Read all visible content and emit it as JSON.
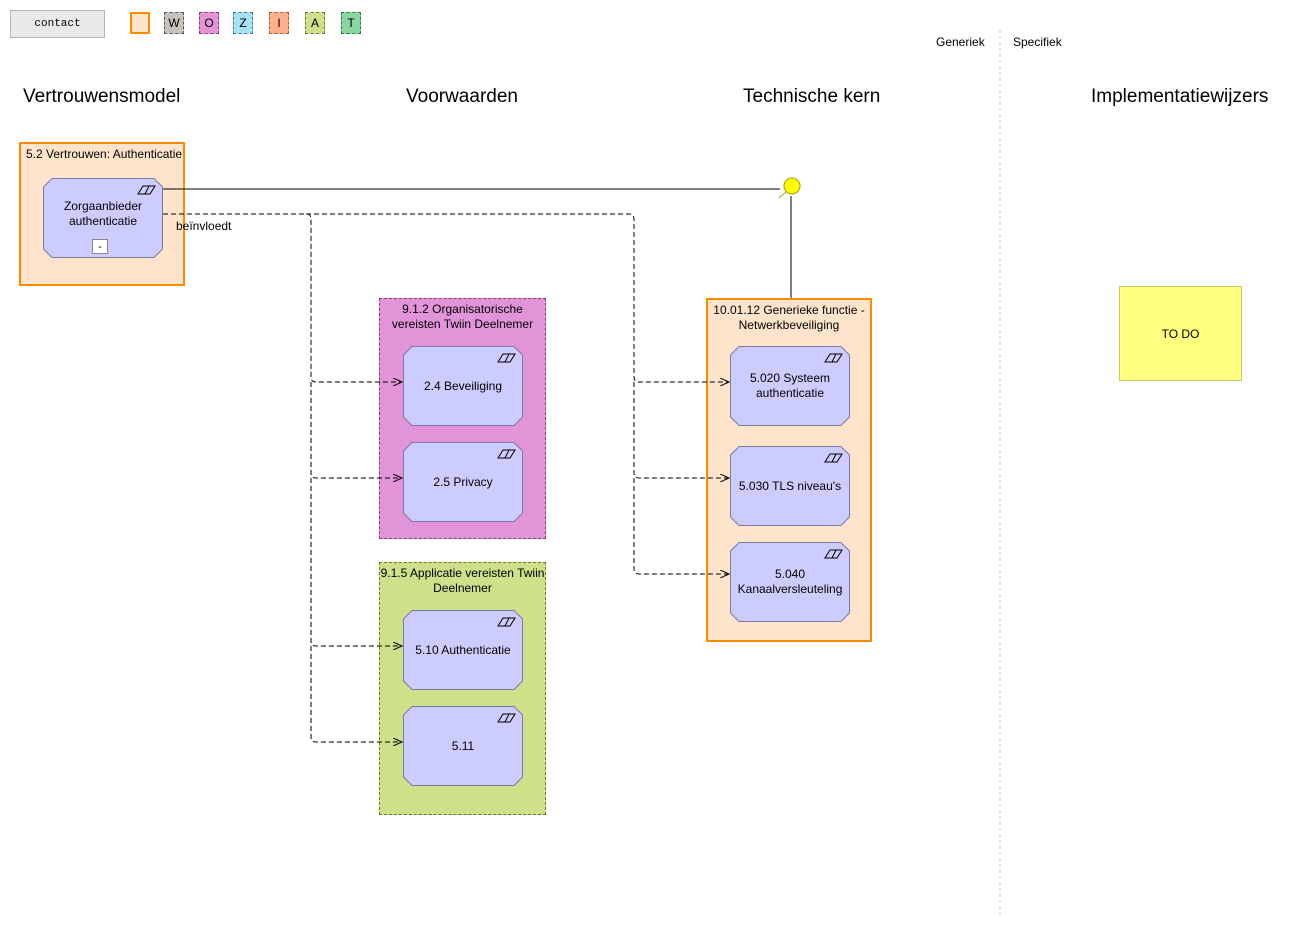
{
  "toolbar": {
    "contact_label": "contact"
  },
  "legend": [
    {
      "label": "",
      "bg": "#ffe4cc",
      "border": "#ff8c00",
      "dashed": false
    },
    {
      "label": "W",
      "bg": "#c8c2bc",
      "border": "#555555",
      "dashed": true
    },
    {
      "label": "O",
      "bg": "#e694d6",
      "border": "#8a3a7a",
      "dashed": true
    },
    {
      "label": "Z",
      "bg": "#a8e0f5",
      "border": "#3a7a9a",
      "dashed": true
    },
    {
      "label": "I",
      "bg": "#ffb08a",
      "border": "#b05a30",
      "dashed": true
    },
    {
      "label": "A",
      "bg": "#cde08a",
      "border": "#6a7a2a",
      "dashed": true
    },
    {
      "label": "T",
      "bg": "#8ad6a0",
      "border": "#2a7a4a",
      "dashed": true
    }
  ],
  "scope": {
    "generic": "Generiek",
    "specific": "Specifiek"
  },
  "columns": {
    "trust_model": "Vertrouwensmodel",
    "conditions": "Voorwaarden",
    "technical_core": "Technische kern",
    "implementation_guides": "Implementatiewijzers"
  },
  "groups": {
    "trust": {
      "title": "5.2 Vertrouwen: Authenticatie",
      "bg": "#ffe4cc",
      "border": "#ff8c00"
    },
    "org": {
      "title": "9.1.2 Organisatorische vereisten Twiin Deelnemer",
      "bg": "#e294d9",
      "border": "#8a3a7a"
    },
    "app": {
      "title": "9.1.5 Applicatie vereisten Twiin Deelnemer",
      "bg": "#cde08a",
      "border": "#6a7a2a"
    },
    "tech": {
      "title": "10.01.12 Generieke functie - Netwerkbeveiliging",
      "bg": "#ffe4cc",
      "border": "#ff8c00"
    }
  },
  "elements": {
    "zorgaanbieder": {
      "label": "Zorgaanbieder authenticatie",
      "expand": "-"
    },
    "beveiliging": {
      "label": "2.4 Beveiliging"
    },
    "privacy": {
      "label": "2.5 Privacy"
    },
    "authenticatie": {
      "label": "5.10 Authenticatie"
    },
    "e511": {
      "label": "5.11"
    },
    "systeem": {
      "label": "5.020 Systeem authenticatie"
    },
    "tls": {
      "label": "5.030 TLS niveau's"
    },
    "kanaal": {
      "label": "5.040 Kanaalversleuteling"
    }
  },
  "relation_label": "beïnvloedt",
  "note": {
    "text": "TO DO",
    "color": "#ffff80"
  },
  "element_color": "#ccccff",
  "junction_color": "#ffff00"
}
